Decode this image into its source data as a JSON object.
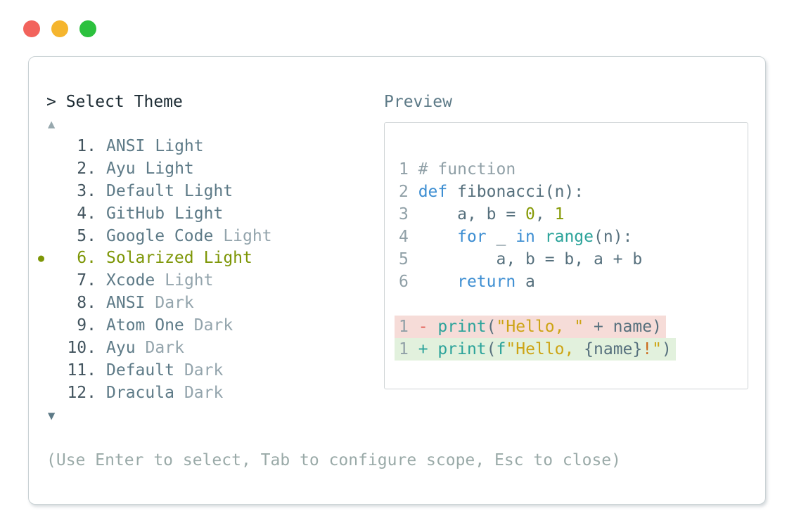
{
  "prompt": "> Select Theme",
  "scroll_up_icon": "▲",
  "scroll_down_icon": "▼",
  "selected_bullet_icon": "●",
  "theme_list": [
    {
      "num": "1.",
      "name": "ANSI",
      "suffix": "Light",
      "suffix_muted": false,
      "selected": false
    },
    {
      "num": "2.",
      "name": "Ayu",
      "suffix": "Light",
      "suffix_muted": false,
      "selected": false
    },
    {
      "num": "3.",
      "name": "Default",
      "suffix": "Light",
      "suffix_muted": false,
      "selected": false
    },
    {
      "num": "4.",
      "name": "GitHub",
      "suffix": "Light",
      "suffix_muted": false,
      "selected": false
    },
    {
      "num": "5.",
      "name": "Google Code",
      "suffix": "Light",
      "suffix_muted": true,
      "selected": false
    },
    {
      "num": "6.",
      "name": "Solarized",
      "suffix": "Light",
      "suffix_muted": false,
      "selected": true
    },
    {
      "num": "7.",
      "name": "Xcode",
      "suffix": "Light",
      "suffix_muted": true,
      "selected": false
    },
    {
      "num": "8.",
      "name": "ANSI",
      "suffix": "Dark",
      "suffix_muted": true,
      "selected": false
    },
    {
      "num": "9.",
      "name": "Atom One",
      "suffix": "Dark",
      "suffix_muted": true,
      "selected": false
    },
    {
      "num": "10.",
      "name": "Ayu",
      "suffix": "Dark",
      "suffix_muted": true,
      "selected": false
    },
    {
      "num": "11.",
      "name": "Default",
      "suffix": "Dark",
      "suffix_muted": true,
      "selected": false
    },
    {
      "num": "12.",
      "name": "Dracula",
      "suffix": "Dark",
      "suffix_muted": true,
      "selected": false
    }
  ],
  "preview": {
    "label": "Preview",
    "code_lines": [
      {
        "bg": null,
        "segments": [
          {
            "t": "1 ",
            "c": "ln"
          },
          {
            "t": "# function",
            "c": "comment"
          }
        ]
      },
      {
        "bg": null,
        "segments": [
          {
            "t": "2 ",
            "c": "ln"
          },
          {
            "t": "def",
            "c": "kw"
          },
          {
            "t": " fibonacci(n):",
            "c": "plain"
          }
        ]
      },
      {
        "bg": null,
        "segments": [
          {
            "t": "3 ",
            "c": "ln"
          },
          {
            "t": "    a, b = ",
            "c": "plain"
          },
          {
            "t": "0",
            "c": "num"
          },
          {
            "t": ", ",
            "c": "plain"
          },
          {
            "t": "1",
            "c": "num"
          }
        ]
      },
      {
        "bg": null,
        "segments": [
          {
            "t": "4 ",
            "c": "ln"
          },
          {
            "t": "    ",
            "c": "plain"
          },
          {
            "t": "for",
            "c": "kw"
          },
          {
            "t": " _ ",
            "c": "plain"
          },
          {
            "t": "in",
            "c": "kw"
          },
          {
            "t": " ",
            "c": "plain"
          },
          {
            "t": "range",
            "c": "fn"
          },
          {
            "t": "(n):",
            "c": "plain"
          }
        ]
      },
      {
        "bg": null,
        "segments": [
          {
            "t": "5 ",
            "c": "ln"
          },
          {
            "t": "        a, b = b, a + b",
            "c": "plain"
          }
        ]
      },
      {
        "bg": null,
        "segments": [
          {
            "t": "6 ",
            "c": "ln"
          },
          {
            "t": "    ",
            "c": "plain"
          },
          {
            "t": "return",
            "c": "kw"
          },
          {
            "t": " a",
            "c": "plain"
          }
        ]
      },
      {
        "bg": null,
        "segments": []
      },
      {
        "bg": "removed",
        "segments": [
          {
            "t": "1 ",
            "c": "ln"
          },
          {
            "t": "- ",
            "c": "del"
          },
          {
            "t": "print",
            "c": "fn"
          },
          {
            "t": "(",
            "c": "plain"
          },
          {
            "t": "\"Hello, \"",
            "c": "str"
          },
          {
            "t": " + name)",
            "c": "plain"
          }
        ]
      },
      {
        "bg": "added",
        "segments": [
          {
            "t": "1 ",
            "c": "ln"
          },
          {
            "t": "+ ",
            "c": "ins"
          },
          {
            "t": "print",
            "c": "fn"
          },
          {
            "t": "(",
            "c": "plain"
          },
          {
            "t": "f",
            "c": "fn"
          },
          {
            "t": "\"Hello, ",
            "c": "str"
          },
          {
            "t": "{name}",
            "c": "plain"
          },
          {
            "t": "!",
            "c": "excl"
          },
          {
            "t": "\"",
            "c": "str"
          },
          {
            "t": ")",
            "c": "plain"
          }
        ]
      }
    ]
  },
  "help_text": "(Use Enter to select, Tab to configure scope, Esc to close)",
  "colors": {
    "ui": {
      "light_red": "#f2635c",
      "light_yellow": "#f5b52e",
      "light_green": "#2cc13e",
      "panel_border": "#c9d1d4",
      "preview_border": "#ced3d5",
      "prompt_text": "#1b2a32",
      "number": "#42545e",
      "name": "#5d7a87",
      "muted": "#93a4ac",
      "selected": "#7d9606",
      "arrow_up": "#97a8ae",
      "arrow_down": "#5d7a87",
      "help": "#9aaaa8",
      "removed_bg": "#f6dcd8",
      "added_bg": "#e2f1dd"
    },
    "code": {
      "ln": "#90a0a7",
      "comment": "#90a0a7",
      "kw": "#3d8ed2",
      "plain": "#56707d",
      "num": "#869a06",
      "fn": "#2ba39a",
      "str": "#cda414",
      "del": "#e15b52",
      "ins": "#2ba39a",
      "excl": "#cb6a1d"
    }
  }
}
